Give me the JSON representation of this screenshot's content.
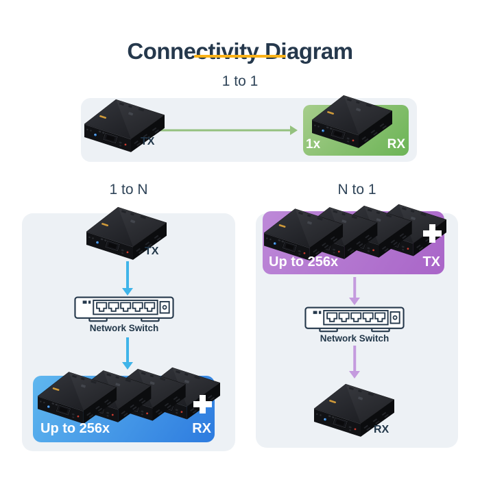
{
  "header": {
    "title": "Connectivity Diagram"
  },
  "sections": {
    "one_to_one": {
      "title": "1 to 1",
      "tx_label": "TX",
      "rx_count": "1x",
      "rx_label": "RX"
    },
    "one_to_n": {
      "title": "1 to N",
      "tx_label": "TX",
      "switch_label": "Network Switch",
      "rx_count": "Up to 256x",
      "rx_label": "RX"
    },
    "n_to_one": {
      "title": "N to 1",
      "tx_count": "Up to 256x",
      "tx_label": "TX",
      "switch_label": "Network Switch",
      "rx_label": "RX"
    }
  },
  "icons": {
    "device": "av-extender-box-icon",
    "device_stack": "stacked-extenders-icon",
    "network_switch": "network-switch-icon",
    "plus": "plus-icon",
    "arrow_right": "arrow-right-icon",
    "arrow_down": "arrow-down-icon"
  },
  "colors": {
    "heading_text": "#25384c",
    "accent_underline": "#fbb217",
    "panel_background": "#edf1f5",
    "green_arrow": "#94c17e",
    "green_box_gradient": [
      "#a6cd8b",
      "#6cb456"
    ],
    "blue_arrow": "#3fb4e9",
    "blue_box_gradient": [
      "#5fb7ef",
      "#2d7bdf"
    ],
    "purple_arrow": "#c49ade",
    "purple_box_gradient": [
      "#bd89d8",
      "#a965c8"
    ],
    "label_on_color": "#ffffff"
  }
}
